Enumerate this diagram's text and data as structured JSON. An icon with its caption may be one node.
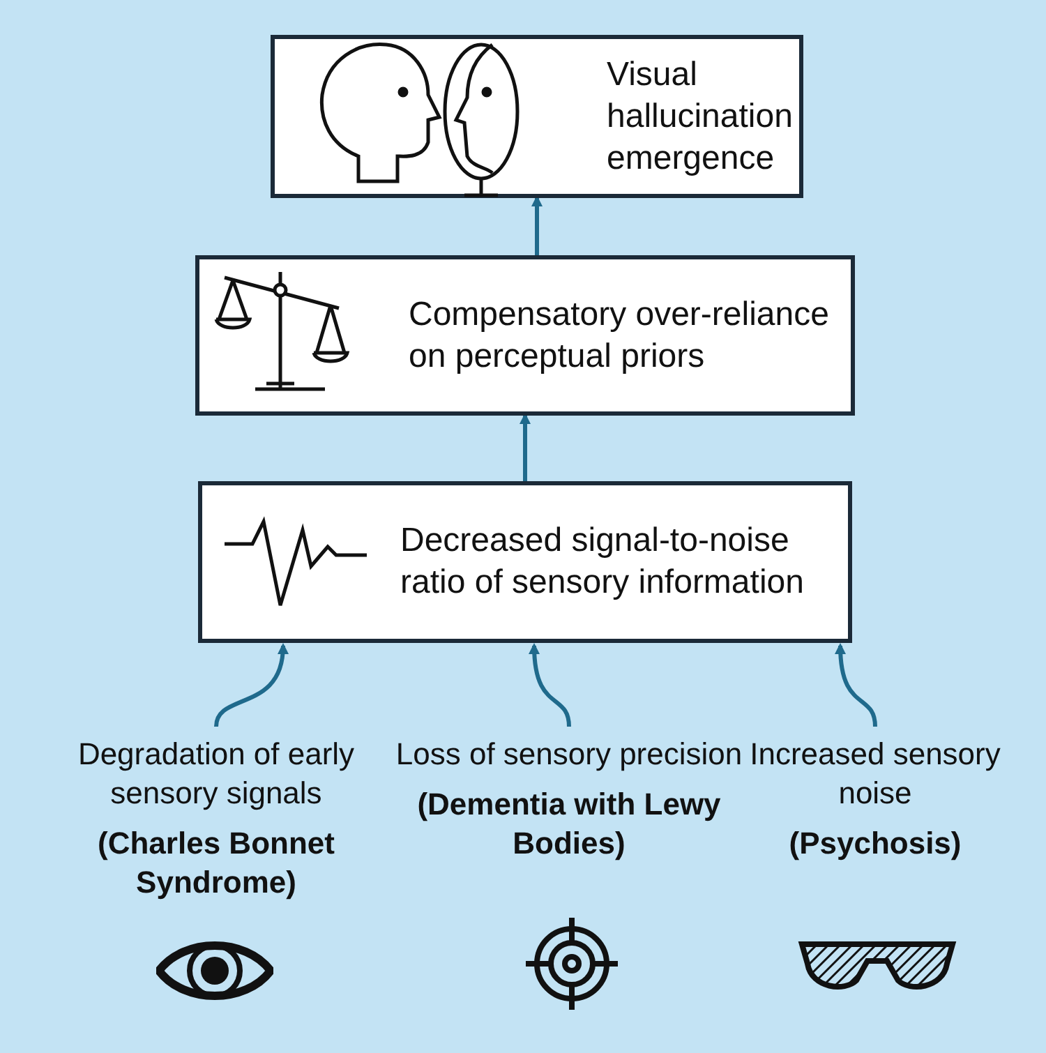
{
  "diagram": {
    "nodes": [
      {
        "text": [
          "Visual hallucination emergence"
        ]
      },
      {
        "text": [
          "Compensatory over-reliance on perceptual priors"
        ]
      },
      {
        "text": [
          "Decreased signal-to-noise ratio of sensory information"
        ]
      },
      {
        "text": [
          "Degradation of early sensory signals",
          "(Charles Bonnet Syndrome)"
        ]
      },
      {
        "text": [
          "Loss of sensory precision",
          "(Dementia with Lewy Bodies)"
        ]
      },
      {
        "text": [
          "Increased sensory noise",
          "(Psychosis)"
        ]
      }
    ],
    "edges": [
      {
        "from": 1,
        "to": 0,
        "arrow": "to"
      },
      {
        "from": 2,
        "to": 1,
        "arrow": "to"
      },
      {
        "from": 3,
        "to": 2,
        "arrow": "to"
      },
      {
        "from": 4,
        "to": 2,
        "arrow": "to"
      },
      {
        "from": 5,
        "to": 2,
        "arrow": "to"
      }
    ]
  }
}
